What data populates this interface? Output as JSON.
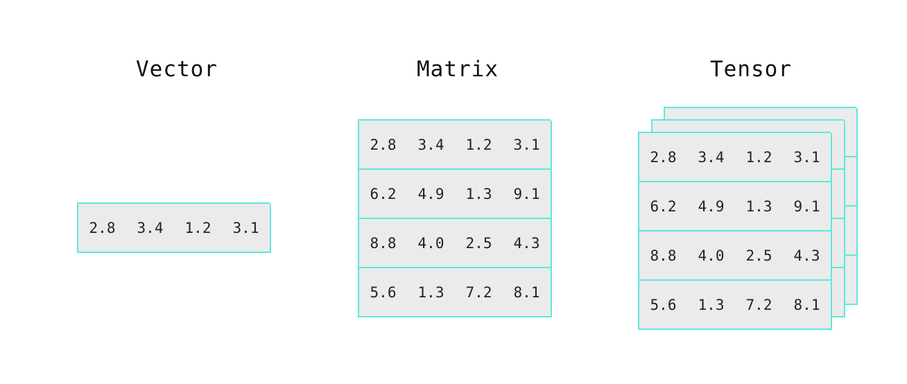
{
  "titles": {
    "vector": "Vector",
    "matrix": "Matrix",
    "tensor": "Tensor"
  },
  "vector": [
    "2.8",
    "3.4",
    "1.2",
    "3.1"
  ],
  "matrix": [
    [
      "2.8",
      "3.4",
      "1.2",
      "3.1"
    ],
    [
      "6.2",
      "4.9",
      "1.3",
      "9.1"
    ],
    [
      "8.8",
      "4.0",
      "2.5",
      "4.3"
    ],
    [
      "5.6",
      "1.3",
      "7.2",
      "8.1"
    ]
  ],
  "tensor_front": [
    [
      "2.8",
      "3.4",
      "1.2",
      "3.1"
    ],
    [
      "6.2",
      "4.9",
      "1.3",
      "9.1"
    ],
    [
      "8.8",
      "4.0",
      "2.5",
      "4.3"
    ],
    [
      "5.6",
      "1.3",
      "7.2",
      "8.1"
    ]
  ],
  "tensor_layers": 3,
  "colors": {
    "grid_line": "#5ee8dd",
    "cell_fill": "#ebebeb",
    "text": "#222222"
  }
}
